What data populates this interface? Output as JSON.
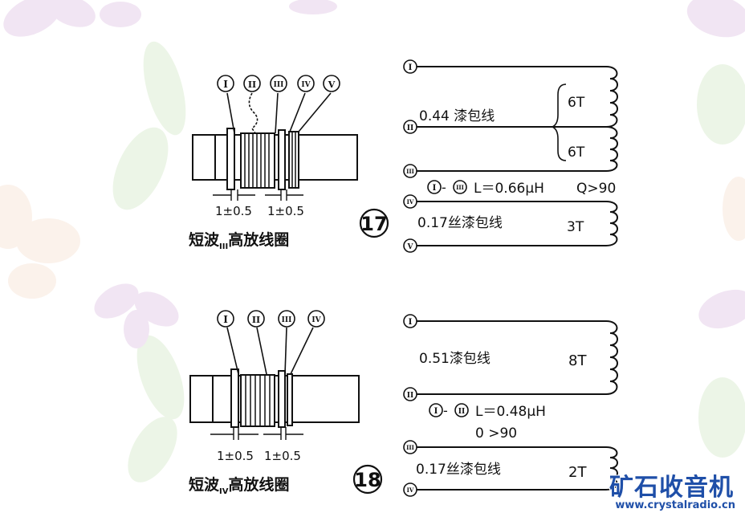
{
  "background": {
    "flower_colors": [
      "#d7b6dc",
      "#c9e2b9",
      "#f3d9c7"
    ]
  },
  "diagram17": {
    "number": "17",
    "roman": [
      "I",
      "II",
      "III",
      "IV",
      "V"
    ],
    "dim_left": "1±0.5",
    "dim_right": "1±0.5",
    "caption_main": "短波",
    "caption_sub": "III",
    "caption_rest": "高放线圈",
    "wire_top": "0.44 漆包线",
    "turns_a": "6T",
    "turns_b": "6T",
    "inductance_from": "I",
    "inductance_to": "III",
    "inductance_text": "L＝0.66μH",
    "q_text": "Q>90",
    "wire_bottom": "0.17丝漆包线",
    "turns_c": "3T",
    "schematic_terminals": [
      "I",
      "II",
      "III",
      "IV",
      "V"
    ]
  },
  "diagram18": {
    "number": "18",
    "roman": [
      "I",
      "II",
      "III",
      "IV"
    ],
    "dim_left": "1±0.5",
    "dim_right": "1±0.5",
    "caption_main": "短波",
    "caption_sub": "IV",
    "caption_rest": "高放线圈",
    "wire_top": "0.51漆包线",
    "turns_a": "8T",
    "inductance_from": "I",
    "inductance_to": "II",
    "inductance_text": "L＝0.48μH",
    "q_text": "0 >90",
    "wire_bottom": "0.17丝漆包线",
    "turns_b": "2T",
    "schematic_terminals": [
      "I",
      "II",
      "III",
      "IV"
    ]
  },
  "watermark": {
    "name": "矿石收音机",
    "url": "www.crystalradio.cn"
  }
}
